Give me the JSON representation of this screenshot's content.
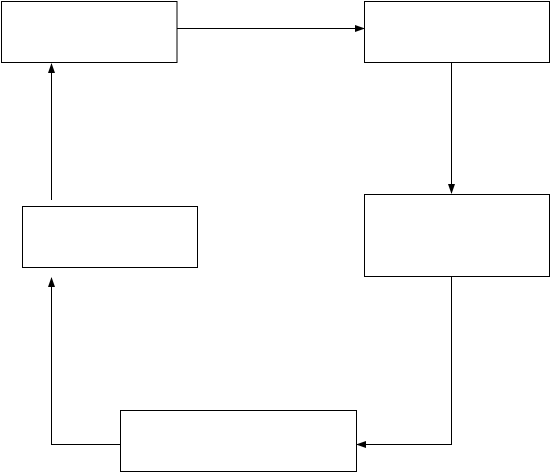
{
  "diagram": {
    "type": "flow-cycle",
    "nodes": [
      {
        "id": "top-left",
        "label": ""
      },
      {
        "id": "top-right",
        "label": ""
      },
      {
        "id": "middle-right",
        "label": ""
      },
      {
        "id": "bottom-center",
        "label": ""
      },
      {
        "id": "middle-left",
        "label": ""
      }
    ],
    "edges": [
      {
        "from": "top-left",
        "to": "top-right"
      },
      {
        "from": "top-right",
        "to": "middle-right"
      },
      {
        "from": "middle-right",
        "to": "bottom-center"
      },
      {
        "from": "bottom-center",
        "to": "middle-left"
      },
      {
        "from": "middle-left",
        "to": "top-left"
      }
    ],
    "colors": {
      "stroke": "#000000",
      "fill": "#ffffff",
      "background": "#ffffff"
    }
  }
}
